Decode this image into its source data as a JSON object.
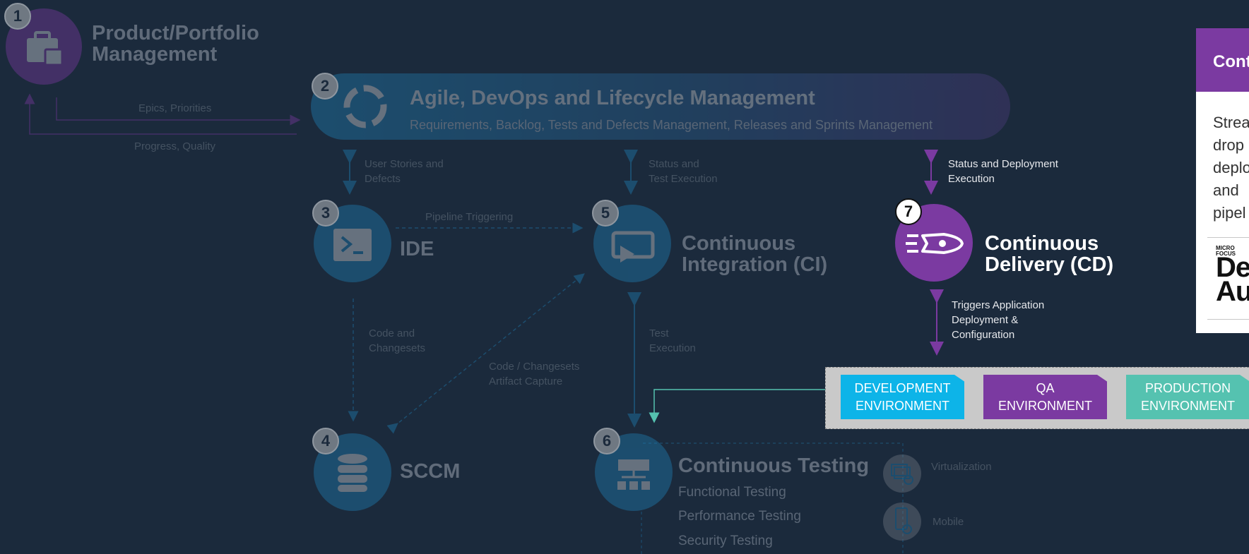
{
  "nodes": {
    "n1": {
      "badge": "1",
      "title_line1": "Product/Portfolio",
      "title_line2": "Management"
    },
    "n2": {
      "badge": "2",
      "title": "Agile, DevOps and Lifecycle Management",
      "subtitle": "Requirements, Backlog, Tests and Defects Management, Releases and Sprints Management"
    },
    "n3": {
      "badge": "3",
      "title": "IDE"
    },
    "n4": {
      "badge": "4",
      "title": "SCCM"
    },
    "n5": {
      "badge": "5",
      "title_line1": "Continuous",
      "title_line2": "Integration (CI)"
    },
    "n6": {
      "badge": "6",
      "title": "Continuous Testing",
      "items": [
        "Functional Testing",
        "Performance Testing",
        "Security Testing"
      ]
    },
    "n7": {
      "badge": "7",
      "title_line1": "Continuous",
      "title_line2": "Delivery (CD)"
    }
  },
  "labels": {
    "epics": "Epics, Priorities",
    "progress": "Progress, Quality",
    "user_stories_1": "User Stories and",
    "user_stories_2": "Defects",
    "status_test_1": "Status and",
    "status_test_2": "Test Execution",
    "status_deploy_1": "Status and Deployment",
    "status_deploy_2": "Execution",
    "pipeline": "Pipeline Triggering",
    "code_1": "Code and",
    "code_2": "Changesets",
    "code_artifact_1": "Code / Changesets",
    "code_artifact_2": "Artifact Capture",
    "test_exec_1": "Test",
    "test_exec_2": "Execution",
    "triggers_1": "Triggers Application",
    "triggers_2": "Deployment &",
    "triggers_3": "Configuration",
    "virtualization": "Virtualization",
    "mobile": "Mobile"
  },
  "environments": [
    {
      "line1": "DEVELOPMENT",
      "line2": "ENVIRONMENT",
      "color": "#0db4e8"
    },
    {
      "line1": "QA",
      "line2": "ENVIRONMENT",
      "color": "#7b3aa1"
    },
    {
      "line1": "PRODUCTION",
      "line2": "ENVIRONMENT",
      "color": "#55c2b0"
    }
  ],
  "panel": {
    "title": "Cont",
    "body": [
      "Strea",
      "drop",
      "deplo",
      "and",
      "pipel"
    ],
    "logo_small": [
      "MICRO",
      "FOCUS"
    ],
    "logo_big": [
      "Dep",
      "Aut"
    ]
  },
  "colors": {
    "background": "#1b2a3c",
    "blue_node": "#1e7fb3",
    "purple_node": "#7b3aa1",
    "teal_connector": "#55c2b0"
  }
}
